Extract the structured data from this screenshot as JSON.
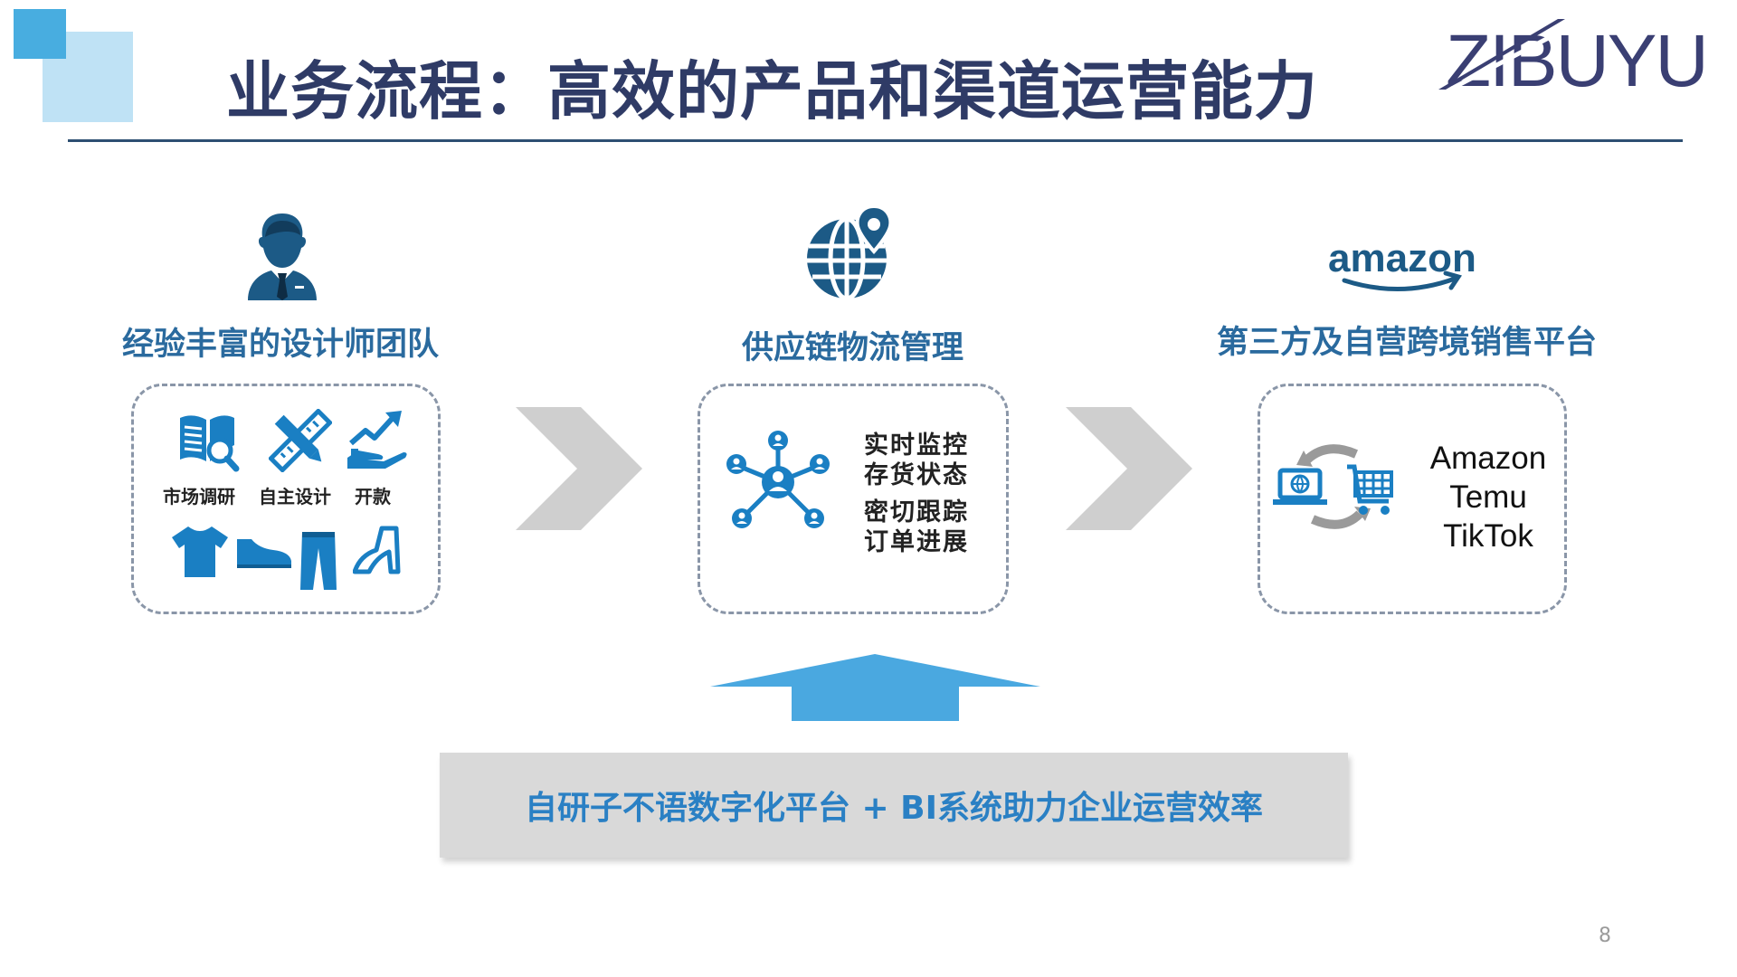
{
  "slide": {
    "title": "业务流程：高效的产品和渠道运营能力",
    "logo_text": "ZIBUYU",
    "page_number": "8"
  },
  "colors": {
    "accent_blue": "#1a7fc3",
    "title_navy": "#2f3b66",
    "column_title": "#2a6a9e",
    "chevron_gray": "#cfcfcf",
    "up_arrow": "#4aa8e0",
    "bottom_box": "#d9d9d9"
  },
  "columns": [
    {
      "icon": "businessman-icon",
      "title": "经验丰富的设计师团队",
      "features": [
        {
          "icon": "book-search-icon",
          "label": "市场调研"
        },
        {
          "icon": "ruler-pencil-icon",
          "label": "自主设计"
        },
        {
          "icon": "growth-hand-icon",
          "label": "开款"
        }
      ],
      "products": [
        "tshirt-icon",
        "shoe-icon",
        "trousers-icon",
        "high-heel-icon"
      ]
    },
    {
      "icon": "globe-pin-icon",
      "title": "供应链物流管理",
      "network_icon": "network-people-icon",
      "lines": [
        "实时监控",
        "存货状态",
        "密切跟踪",
        "订单进展"
      ]
    },
    {
      "brand": "amazon",
      "title": "第三方及自营跨境销售平台",
      "exchange_icon": "laptop-cart-exchange-icon",
      "platforms": [
        "Amazon",
        "Temu",
        "TikTok"
      ]
    }
  ],
  "bottom_banner": "自研子不语数字化平台 + BI系统助力企业运营效率"
}
